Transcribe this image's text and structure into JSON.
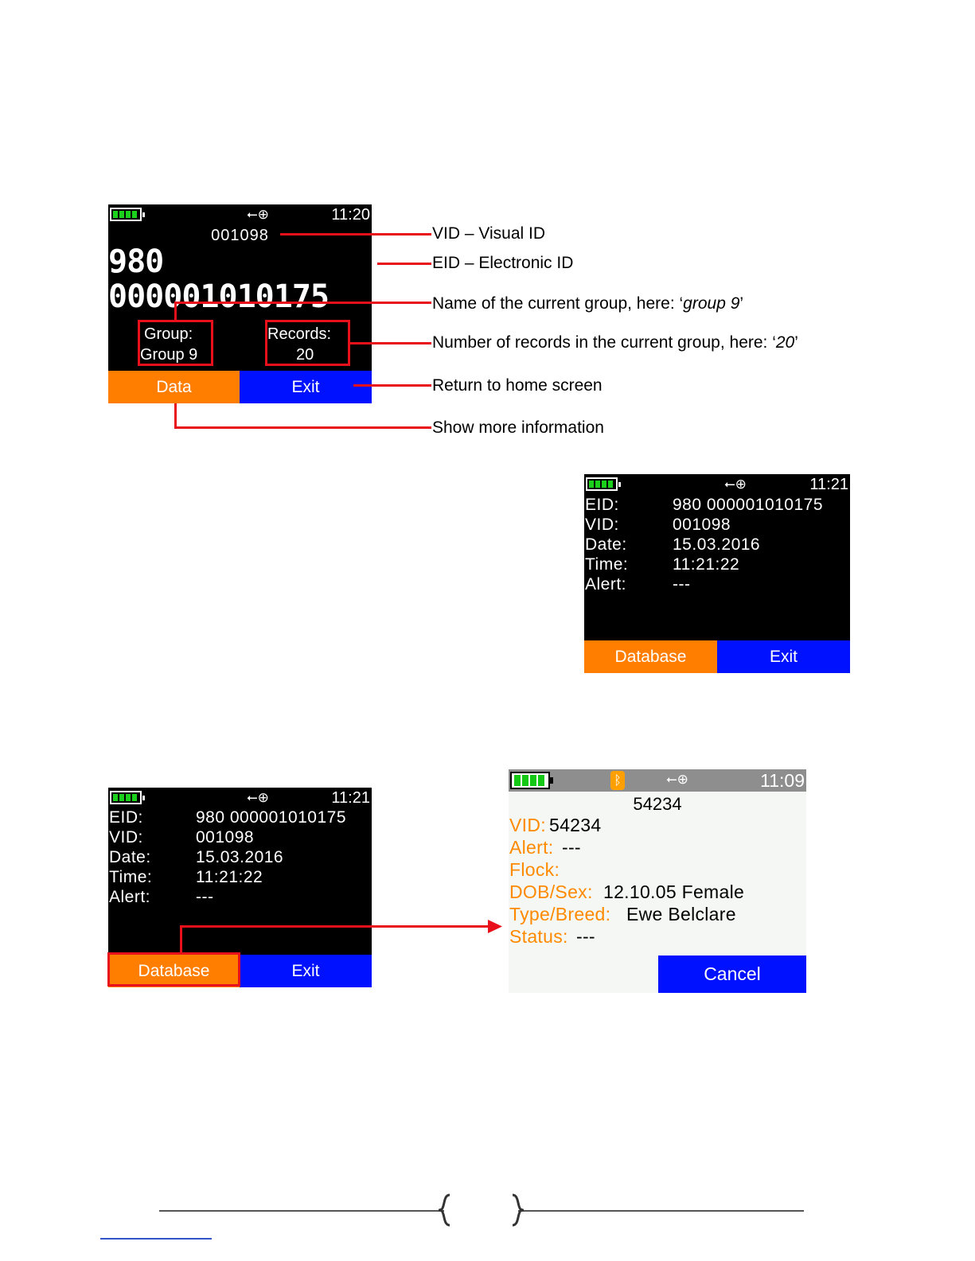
{
  "screen_a": {
    "time": "11:20",
    "vid": "001098",
    "eid": "980 000001010175",
    "group_label": "Group:",
    "group_value": "Group 9",
    "records_label": "Records:",
    "records_value": "20",
    "softkey_left": "Data",
    "softkey_right": "Exit"
  },
  "annotations": {
    "vid": "VID – Visual ID",
    "eid": "EID – Electronic ID",
    "group_prefix": "Name of the current group, here: ‘",
    "group_value": "group 9",
    "group_suffix": "’",
    "records_prefix": "Number of records in the current group, here: ‘",
    "records_value": "20",
    "records_suffix": "’",
    "exit": "Return to home screen",
    "data": "Show more information"
  },
  "screen_b": {
    "time": "11:21",
    "rows": [
      {
        "label": "EID:",
        "value": "980 000001010175"
      },
      {
        "label": "VID:",
        "value": "001098"
      },
      {
        "label": "Date:",
        "value": "15.03.2016"
      },
      {
        "label": "Time:",
        "value": "11:21:22"
      },
      {
        "label": "Alert:",
        "value": "---"
      }
    ],
    "softkey_left": "Database",
    "softkey_right": "Exit"
  },
  "screen_c": {
    "time": "11:21",
    "rows": [
      {
        "label": "EID:",
        "value": "980 000001010175"
      },
      {
        "label": "VID:",
        "value": "001098"
      },
      {
        "label": "Date:",
        "value": "15.03.2016"
      },
      {
        "label": "Time:",
        "value": "11:21:22"
      },
      {
        "label": "Alert:",
        "value": "---"
      }
    ],
    "softkey_left": "Database",
    "softkey_right": "Exit"
  },
  "screen_d": {
    "time": "11:09",
    "header_id": "54234",
    "rows": [
      {
        "label": "VID:",
        "value": "54234"
      },
      {
        "label": "Alert:",
        "value": "---"
      },
      {
        "label": "Flock:",
        "value": ""
      },
      {
        "label": "DOB/Sex:",
        "value": "12.10.05 Female"
      },
      {
        "label": "Type/Breed:",
        "value": "Ewe Belclare"
      },
      {
        "label": "Status:",
        "value": "---"
      }
    ],
    "softkey": "Cancel"
  },
  "icons": {
    "battery": "battery-icon",
    "usb": "usb-icon",
    "bluetooth": "bluetooth-icon"
  },
  "colors": {
    "softkey_orange": "#ff7e00",
    "softkey_blue": "#0011ff",
    "annotation_red": "#e8101a",
    "label_orange": "#ff8a00"
  }
}
